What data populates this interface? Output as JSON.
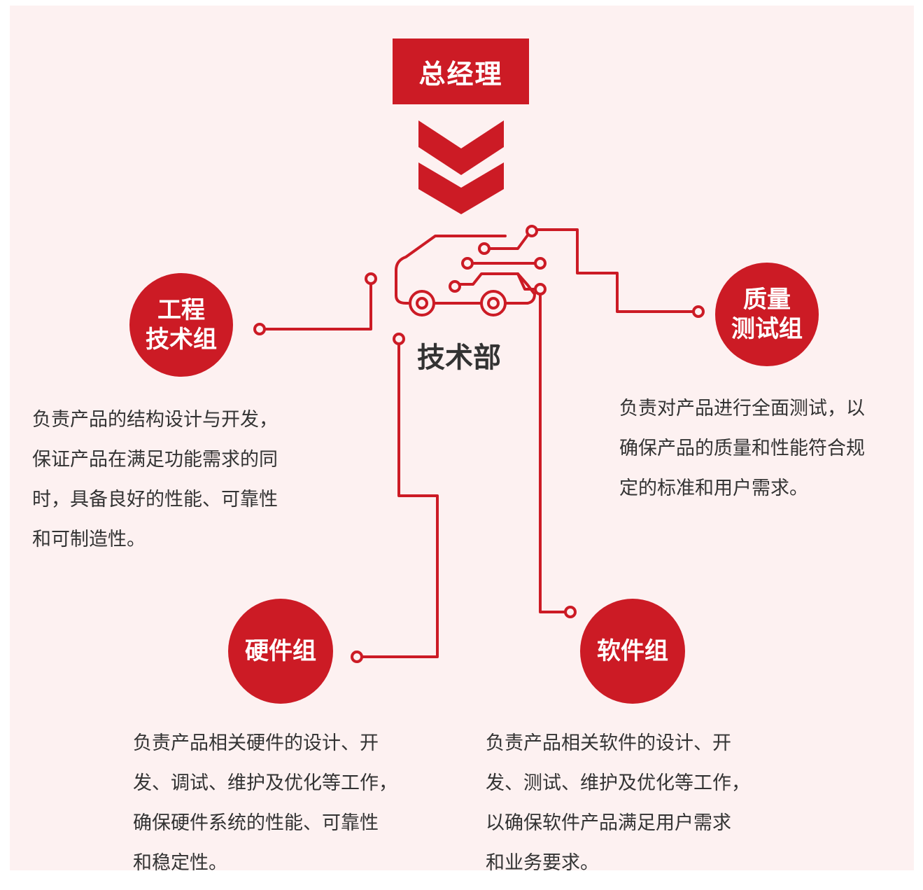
{
  "manager": {
    "label": "总经理"
  },
  "department": {
    "label": "技术部",
    "icon": "car-circuit-icon"
  },
  "groups": [
    {
      "id": "engineering",
      "name_lines": [
        "工程",
        "技术组"
      ],
      "description": [
        "负责产品的结构设计与开发，",
        "保证产品在满足功能需求的同",
        "时，具备良好的性能、可靠性",
        "和可制造性。"
      ]
    },
    {
      "id": "qa",
      "name_lines": [
        "质量",
        "测试组"
      ],
      "description": [
        "负责对产品进行全面测试，以",
        "确保产品的质量和性能符合规",
        "定的标准和用户需求。"
      ]
    },
    {
      "id": "hardware",
      "name_lines": [
        "硬件组"
      ],
      "description": [
        "负责产品相关硬件的设计、开",
        "发、调试、维护及优化等工作，",
        "确保硬件系统的性能、可靠性",
        "和稳定性。"
      ]
    },
    {
      "id": "software",
      "name_lines": [
        "软件组"
      ],
      "description": [
        "负责产品相关软件的设计、开",
        "发、测试、维护及优化等工作，",
        "以确保软件产品满足用户需求",
        "和业务要求。"
      ]
    }
  ],
  "colors": {
    "accent": "#cc1b25",
    "background": "#fdf1f1",
    "text": "#333333"
  }
}
